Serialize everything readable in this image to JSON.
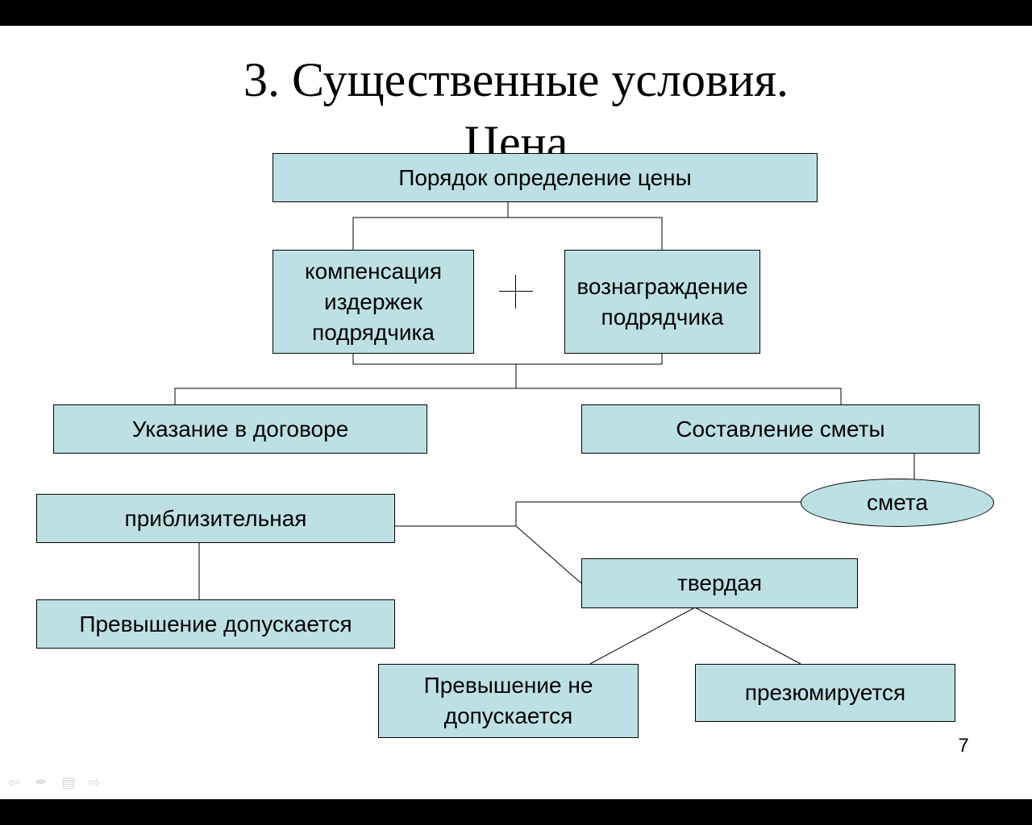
{
  "slide": {
    "title": "3. Существенные условия.\nЦена",
    "page_number": "7"
  },
  "diagram": {
    "root": "Порядок определение цены",
    "cost_compensation": "компенсация\nиздержек\nподрядчика",
    "plus_sign": "+",
    "contractor_reward": "вознаграждение\nподрядчика",
    "contract_indication": "Указание в договоре",
    "estimate_drafting": "Составление сметы",
    "estimate": "смета",
    "approximate": "приблизительная",
    "excess_allowed": "Превышение допускается",
    "firm": "твердая",
    "excess_not_allowed": "Превышение не\nдопускается",
    "presumed": "презюмируется"
  },
  "navigation": {
    "icons": [
      "back-arrow-icon",
      "pen-icon",
      "menu-icon",
      "forward-arrow-icon"
    ]
  },
  "colors": {
    "box_fill": "#bde0e4",
    "frame": "#000000",
    "slide_background": "#ffffff"
  }
}
